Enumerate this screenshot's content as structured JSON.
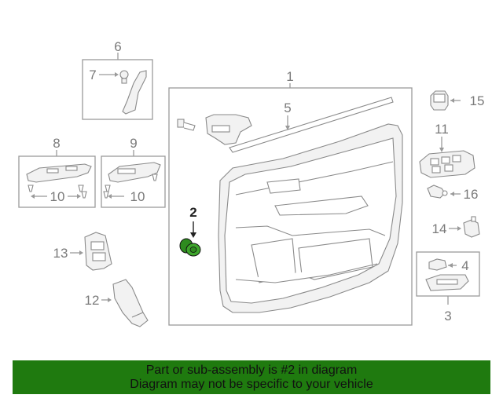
{
  "diagram": {
    "callouts": {
      "c1": "1",
      "c2": "2",
      "c3": "3",
      "c4": "4",
      "c5": "5",
      "c6": "6",
      "c7": "7",
      "c8": "8",
      "c9": "9",
      "c10a": "10",
      "c10b": "10",
      "c11": "11",
      "c12": "12",
      "c13": "13",
      "c14": "14",
      "c15": "15",
      "c16": "16"
    },
    "highlighted_part": "2",
    "highlight_color": "#2e8b1f",
    "line_color": "#9a9a9a"
  },
  "banner": {
    "line1": "Part or sub-assembly is #2 in diagram",
    "line2": "Diagram may not be specific to your vehicle",
    "background": "#1f7a0f"
  }
}
